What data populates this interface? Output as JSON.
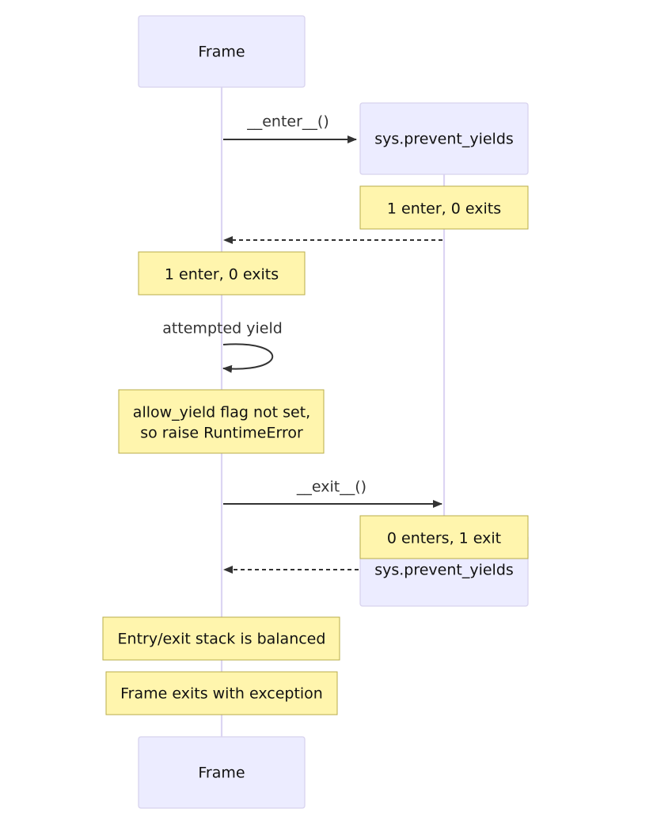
{
  "participants": {
    "frame": "Frame",
    "prevent_yields": "sys.prevent_yields"
  },
  "messages": {
    "enter": "__enter__()",
    "self_yield": "attempted yield",
    "exit": "__exit__()"
  },
  "notes": {
    "py_after_enter": "1 enter, 0 exits",
    "frame_after_enter": "1 enter, 0 exits",
    "raise_line1": "allow_yield flag not set,",
    "raise_line2": "so raise RuntimeError",
    "py_after_exit": "0 enters, 1 exit",
    "balanced": "Entry/exit stack is balanced",
    "frame_exits": "Frame exits with exception"
  }
}
